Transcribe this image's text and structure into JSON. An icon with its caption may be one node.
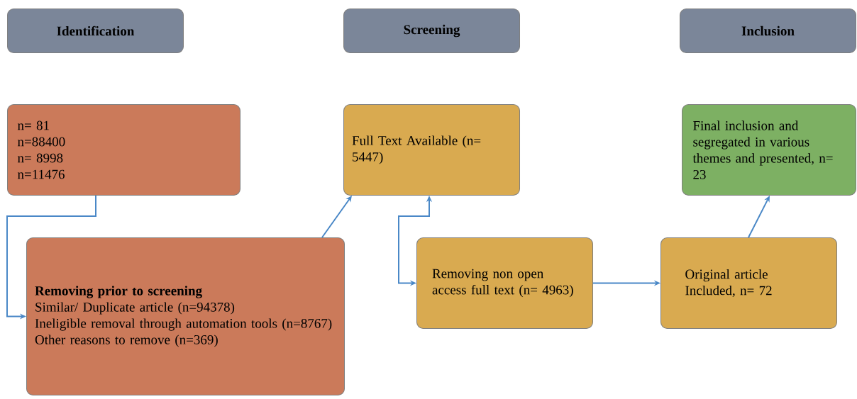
{
  "diagram": {
    "nodes": [
      {
        "text": [
          "Identification"
        ]
      },
      {
        "text": [
          "Screening"
        ]
      },
      {
        "text": [
          "Inclusion"
        ]
      },
      {
        "text": [
          "n= 81",
          "n=88400",
          "n= 8998",
          "n=11476"
        ]
      },
      {
        "text": [
          "Removing prior to screening",
          "Similar/ Duplicate article (n=94378)",
          "Ineligible removal through automation tools (n=8767)",
          "Other reasons to remove (n=369)"
        ]
      },
      {
        "text": [
          "Full Text Available (n= 5447)"
        ]
      },
      {
        "text": [
          "Removing non open access full text (n= 4963)"
        ]
      },
      {
        "text": [
          "Original article Included, n= 72"
        ]
      },
      {
        "text": [
          "Final inclusion and segregated in various themes and presented, n= 23"
        ]
      }
    ],
    "edges": [
      {
        "from": 3,
        "to": 4,
        "arrow": "to"
      },
      {
        "from": 4,
        "to": 5,
        "arrow": "to"
      },
      {
        "from": 5,
        "to": 6,
        "arrow": "both"
      },
      {
        "from": 6,
        "to": 7,
        "arrow": "to"
      },
      {
        "from": 7,
        "to": 8,
        "arrow": "to"
      }
    ]
  }
}
